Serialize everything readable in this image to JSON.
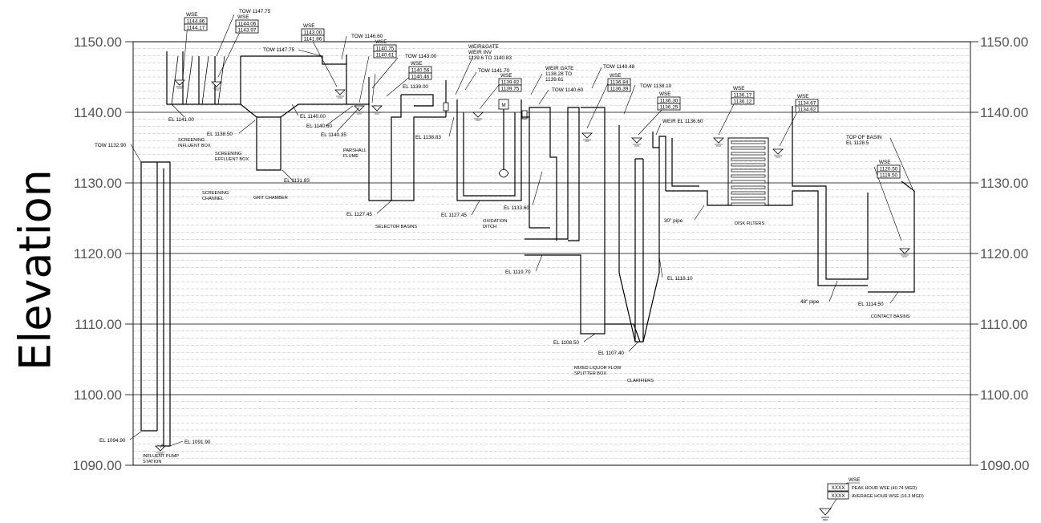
{
  "chart": {
    "ylabel": "Elevation",
    "ylim": [
      1090,
      1150
    ],
    "ticks": [
      "1150.00",
      "1140.00",
      "1130.00",
      "1120.00",
      "1110.00",
      "1100.00",
      "1090.00"
    ]
  },
  "labels": {
    "tow_1132_90": "TOW 1132.90",
    "tow_1147_75a": "TOW 1147.75",
    "tow_1147_75b": "TOW 1147.75",
    "tow_1146_60": "TOW 1146.60",
    "tow_1143_00": "TOW 1143.00",
    "tow_1141_70": "TOW 1141.70",
    "tow_1140_60": "TOW 1140.60",
    "tow_1140_48": "TOW 1140.48",
    "tow_1138_10": "TOW 1138.10",
    "weir_gate_a1": "WEIR&GATE",
    "weir_gate_a2": "WEIR INV",
    "weir_gate_a3": "1139.6 TO 1140.83",
    "weir_gate_b1": "WEIR GATE",
    "weir_gate_b2": "1138.28 TO",
    "weir_gate_b3": "1139.61",
    "weir_el": "WEIR EL 1136.60",
    "el_1141_00": "EL 1141.00",
    "el_1138_50": "EL 1138.50",
    "el_1131_83": "EL 1131.83",
    "el_1140_00": "EL 1140.00",
    "el_1140_60": "EL 1140.60",
    "el_1140_35": "EL 1140.35",
    "el_1139_00": "EL 1139.00",
    "el_1138_83": "EL 1138.83",
    "el_1127_45a": "EL 1127.45",
    "el_1127_45b": "EL 1127.45",
    "el_1133_60": "EL 1133.60",
    "el_1119_70": "EL 1119.70",
    "el_1118_10": "EL 1118.10",
    "el_1108_50": "EL 1108.50",
    "el_1107_40": "EL 1107.40",
    "el_1114_50": "EL 1114.50",
    "el_1094_90": "EL 1094.90",
    "el_1091_90": "EL 1091.90",
    "top_basin1": "TOP OF BASIN",
    "top_basin2": "EL 1128.5",
    "pipe30": "30\" pipe",
    "pipe48": "48\" pipe",
    "mixer": "M"
  },
  "wse": [
    {
      "title": "WSE",
      "peak": "1144.86",
      "avg": "1144.17"
    },
    {
      "title": "WSE",
      "peak": "1144.06",
      "avg": "1143.97"
    },
    {
      "title": "WSE",
      "peak": "1143.00",
      "avg": "1141.86"
    },
    {
      "title": "WSE",
      "peak": "1140.75",
      "avg": "1140.61"
    },
    {
      "title": "WSE",
      "peak": "1140.56",
      "avg": "1140.46"
    },
    {
      "title": "WSE",
      "peak": "1139.82",
      "avg": "1139.75"
    },
    {
      "title": "WSE",
      "peak": "1136.84",
      "avg": "1136.39"
    },
    {
      "title": "WSE",
      "peak": "1136.30",
      "avg": "1136.25"
    },
    {
      "title": "WSE",
      "peak": "1136.17",
      "avg": "1136.12"
    },
    {
      "title": "WSE",
      "peak": "1134.67",
      "avg": "1134.62"
    },
    {
      "title": "WSE",
      "peak": "1120.50",
      "avg": "1119.50"
    }
  ],
  "units": {
    "screening_influent1": "SCREENING",
    "screening_influent2": "INFLUENT BOX",
    "screening_effluent1": "SCREENING",
    "screening_effluent2": "EFFLUENT BOX",
    "screening_channel1": "SCREENING",
    "screening_channel2": "CHANNEL",
    "grit": "GRIT CHAMBER",
    "parshall1": "PARSHALL",
    "parshall2": "FLUME",
    "selector": "SELECTOR BASINS",
    "oxidation1": "OXIDATION",
    "oxidation2": "DITCH",
    "splitter1": "MIXED LIQUOR FLOW",
    "splitter2": "SPLITTER BOX",
    "clarifiers": "CLARIFIERS",
    "disk": "DISK FILTERS",
    "contact": "CONTACT BASINS",
    "pump1": "INFLUENT PUMP",
    "pump2": "STATION"
  },
  "legend": {
    "title": "WSE",
    "sample": "XXXX",
    "peak": "PEAK HOUR WSE (40.74 MGD)",
    "avg": "AVERAGE HOUR WSE (16.3 MGD)"
  }
}
